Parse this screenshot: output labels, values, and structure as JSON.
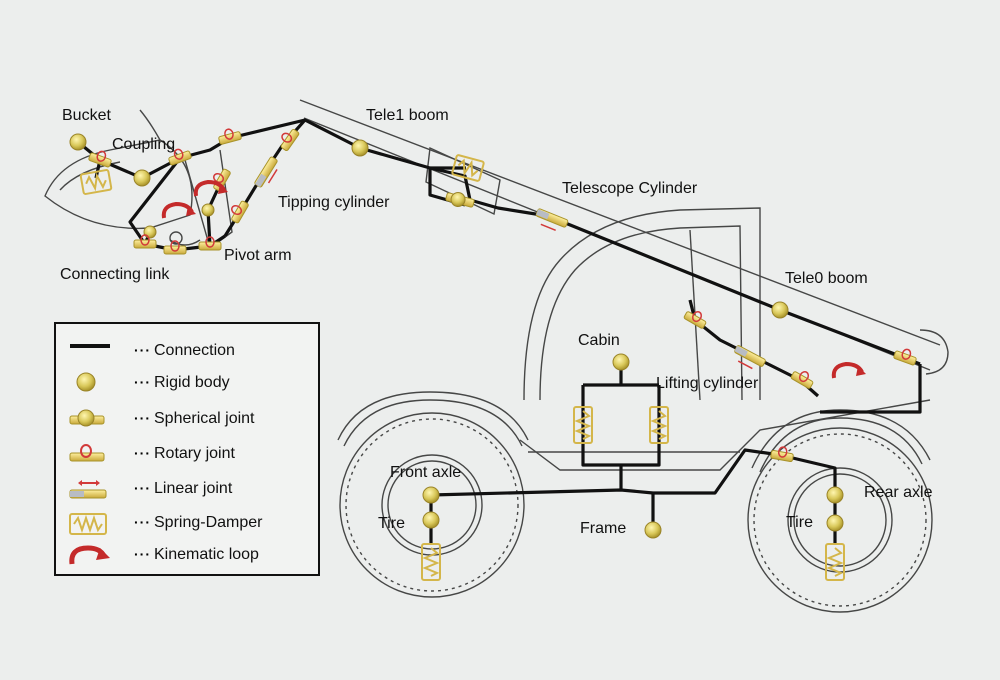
{
  "colors": {
    "background": "#eceeed",
    "connection": "#111111",
    "rigid_body": "#d9c85a",
    "joint_red": "#d23a3a",
    "spring": "#d4b64a",
    "sketch": "#2a2a2a"
  },
  "labels": {
    "bucket": "Bucket",
    "coupling": "Coupling",
    "connecting_link": "Connecting link",
    "pivot_arm": "Pivot arm",
    "tipping_cylinder": "Tipping cylinder",
    "tele1_boom": "Tele1 boom",
    "telescope_cylinder": "Telescope Cylinder",
    "tele0_boom": "Tele0 boom",
    "cabin": "Cabin",
    "lifting_cylinder": "Lifting cylinder",
    "front_axle": "Front axle",
    "tire_front": "Tire",
    "frame": "Frame",
    "rear_axle": "Rear axle",
    "tire_rear": "Tire"
  },
  "legend": {
    "items": [
      {
        "icon": "connection-line-icon",
        "dots": "···",
        "label": "Connection"
      },
      {
        "icon": "rigid-body-icon",
        "dots": "···",
        "label": "Rigid body"
      },
      {
        "icon": "spherical-joint-icon",
        "dots": "···",
        "label": "Spherical joint"
      },
      {
        "icon": "rotary-joint-icon",
        "dots": "···",
        "label": "Rotary joint"
      },
      {
        "icon": "linear-joint-icon",
        "dots": "···",
        "label": "Linear joint"
      },
      {
        "icon": "spring-damper-icon",
        "dots": "···",
        "label": "Spring-Damper"
      },
      {
        "icon": "kinematic-loop-icon",
        "dots": "···",
        "label": "Kinematic loop"
      }
    ]
  }
}
